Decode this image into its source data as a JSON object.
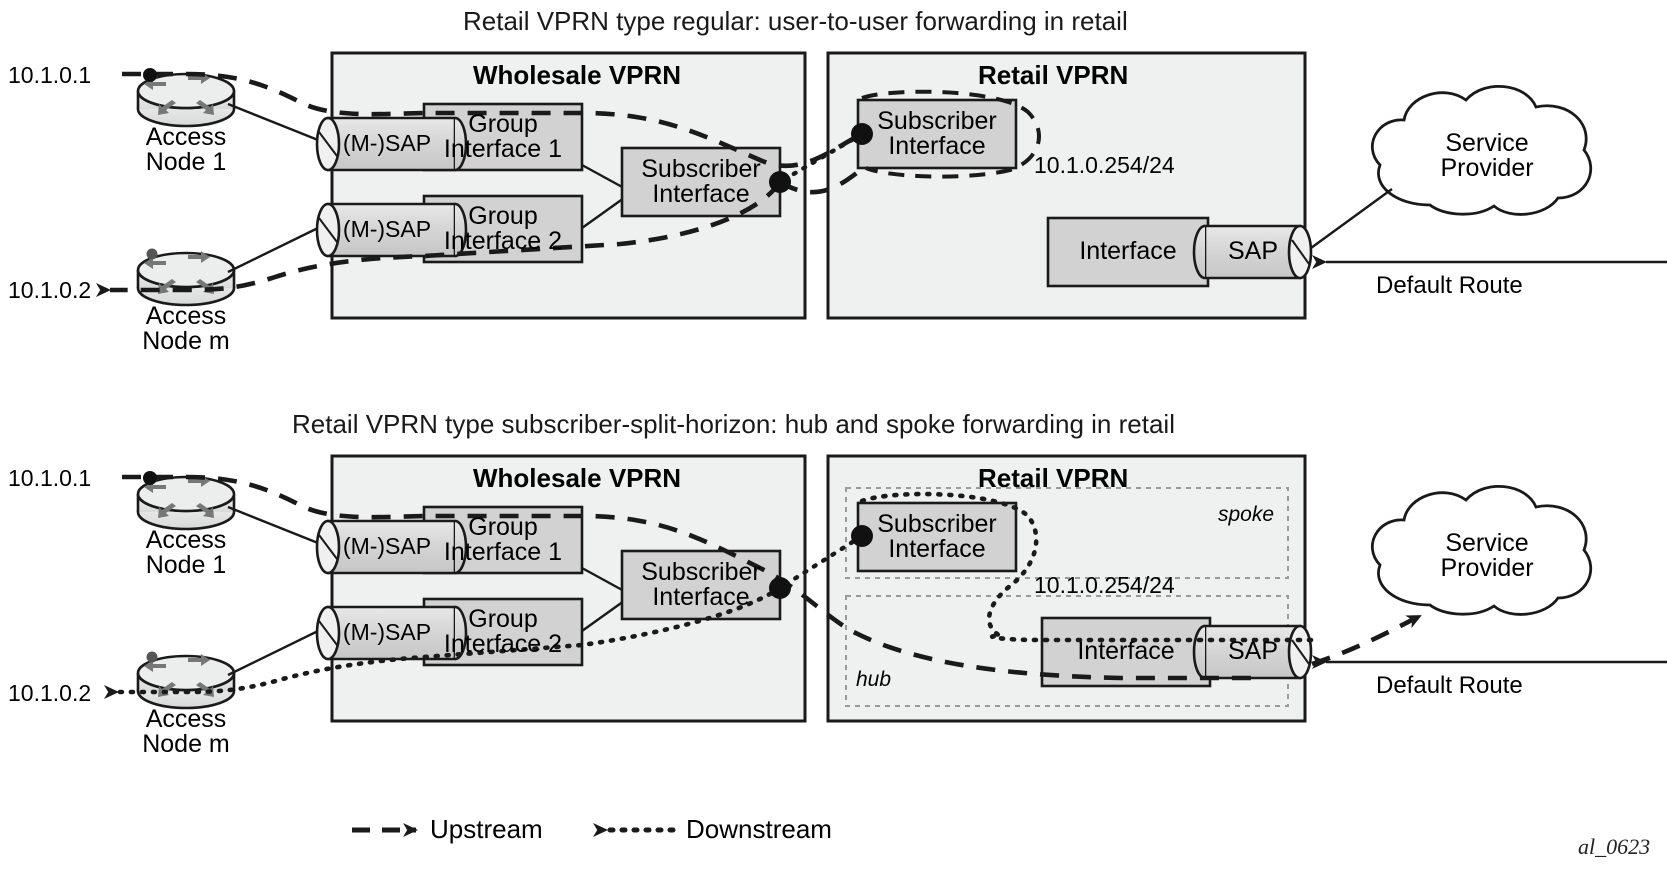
{
  "figure": {
    "watermark": "al_0623",
    "colors": {
      "vprn_fill": "#eff1f0",
      "vprn_stroke": "#1a1a1a",
      "box_fill": "#d2d2d2",
      "box_stroke": "#1a1a1a",
      "sap_fill": "#d2d2d2",
      "node_fill": "#e4e6e5",
      "line": "#1a1a1a",
      "zone_stroke": "#9a9a9a",
      "text": "#1a1a1a"
    }
  },
  "legend": {
    "upstream_label": "Upstream",
    "downstream_label": "Downstream"
  },
  "panels": [
    {
      "id": "regular",
      "title": "Retail VPRN type regular: user-to-user forwarding in retail",
      "wholesale": {
        "heading": "Wholesale VPRN",
        "saps": [
          "(M-)SAP",
          "(M-)SAP"
        ],
        "group_interfaces": [
          "Group\nInterface 1",
          "Group\nInterface 2"
        ],
        "subscriber_interface": "Subscriber\nInterface"
      },
      "retail": {
        "heading": "Retail VPRN",
        "subscriber_interface": "Subscriber\nInterface",
        "subnet": "10.1.0.254/24",
        "interface": "Interface",
        "sap": "SAP",
        "zones": []
      },
      "access_nodes": [
        {
          "ip": "10.1.0.1",
          "name": "Access\nNode 1"
        },
        {
          "ip": "10.1.0.2",
          "name": "Access\nNode m"
        }
      ],
      "cloud": "Service\nProvider",
      "default_route": "Default Route"
    },
    {
      "id": "subscriber-split-horizon",
      "title": "Retail VPRN type subscriber-split-horizon: hub and spoke forwarding in retail",
      "wholesale": {
        "heading": "Wholesale VPRN",
        "saps": [
          "(M-)SAP",
          "(M-)SAP"
        ],
        "group_interfaces": [
          "Group\nInterface 1",
          "Group\nInterface 2"
        ],
        "subscriber_interface": "Subscriber\nInterface"
      },
      "retail": {
        "heading": "Retail VPRN",
        "subscriber_interface": "Subscriber\nInterface",
        "subnet": "10.1.0.254/24",
        "interface": "Interface",
        "sap": "SAP",
        "zones": [
          "spoke",
          "hub"
        ]
      },
      "access_nodes": [
        {
          "ip": "10.1.0.1",
          "name": "Access\nNode 1"
        },
        {
          "ip": "10.1.0.2",
          "name": "Access\nNode m"
        }
      ],
      "cloud": "Service\nProvider",
      "default_route": "Default Route"
    }
  ]
}
